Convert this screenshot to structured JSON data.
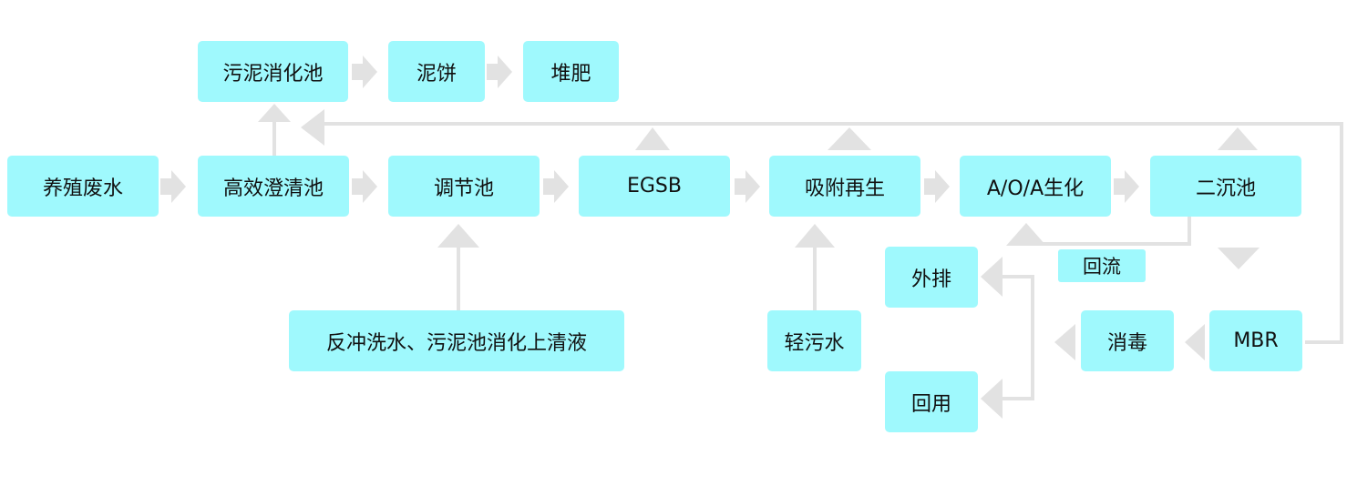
{
  "nodes": {
    "wushui_xiaohua": "污泥消化池",
    "nibing": "泥饼",
    "duifei": "堆肥",
    "yangzhi": "养殖废水",
    "gaoxiao": "高效澄清池",
    "tiaojie": "调节池",
    "egsb": "EGSB",
    "xifu": "吸附再生",
    "aoa": "A/O/A生化",
    "erchen": "二沉池",
    "waipai": "外排",
    "huiliu": "回流",
    "fanchong": "反冲洗水、污泥池消化上清液",
    "qingwushui": "轻污水",
    "xiaodu": "消毒",
    "mbr": "MBR",
    "huiyong": "回用"
  },
  "colors": {
    "box": "#9ff9fd",
    "arrow": "#e2e2e2",
    "text": "#111111"
  }
}
